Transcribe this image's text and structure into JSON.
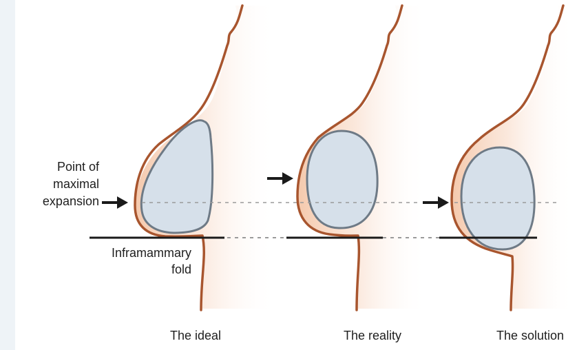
{
  "labels": {
    "point_of_maximal_expansion": [
      "Point of",
      "maximal",
      "expansion"
    ],
    "inframammary_fold": [
      "Inframammary",
      "fold"
    ]
  },
  "panels": [
    {
      "caption": "The ideal"
    },
    {
      "caption": "The reality"
    },
    {
      "caption": "The solution"
    }
  ],
  "colors": {
    "skin_outline": "#a8552e",
    "skin_shade": "#f6d2bb",
    "implant_fill": "#d6e0ea",
    "implant_stroke": "#6e7a86",
    "fold_line": "#1a1a1a",
    "guide_dash": "#9a9a9a",
    "arrow": "#1a1a1a",
    "left_strip": "#eef3f7"
  }
}
